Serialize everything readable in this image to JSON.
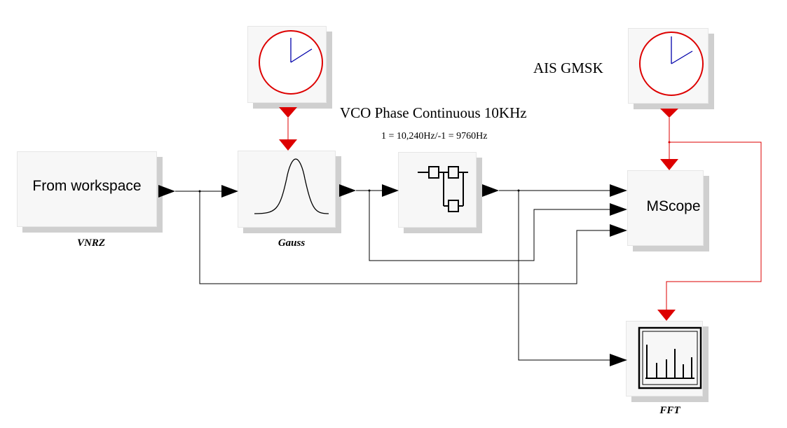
{
  "diagram": {
    "blocks": {
      "source": {
        "text": "From workspace",
        "caption": "VNRZ"
      },
      "gauss_filter": {
        "caption": "Gauss"
      },
      "vco": {
        "title": "VCO Phase Continuous 10KHz",
        "subtitle": "1 = 10,240Hz/-1 = 9760Hz"
      },
      "mscope": {
        "text": "MScope",
        "clock_label": "AIS GMSK"
      },
      "fft": {
        "caption": "FFT"
      }
    },
    "icons": {
      "clock": "clock-icon",
      "gaussian": "gaussian-curve-icon",
      "vco": "vco-circuit-icon",
      "spectrum": "spectrum-bars-icon",
      "arrow": "arrow-right-icon"
    },
    "colors": {
      "signal_line": "#000000",
      "event_line": "#dd0000",
      "clock_rim": "#dd0000",
      "clock_hands": "#0000aa",
      "block_face": "#f7f7f7",
      "block_shadow": "#cfcfcf"
    }
  }
}
